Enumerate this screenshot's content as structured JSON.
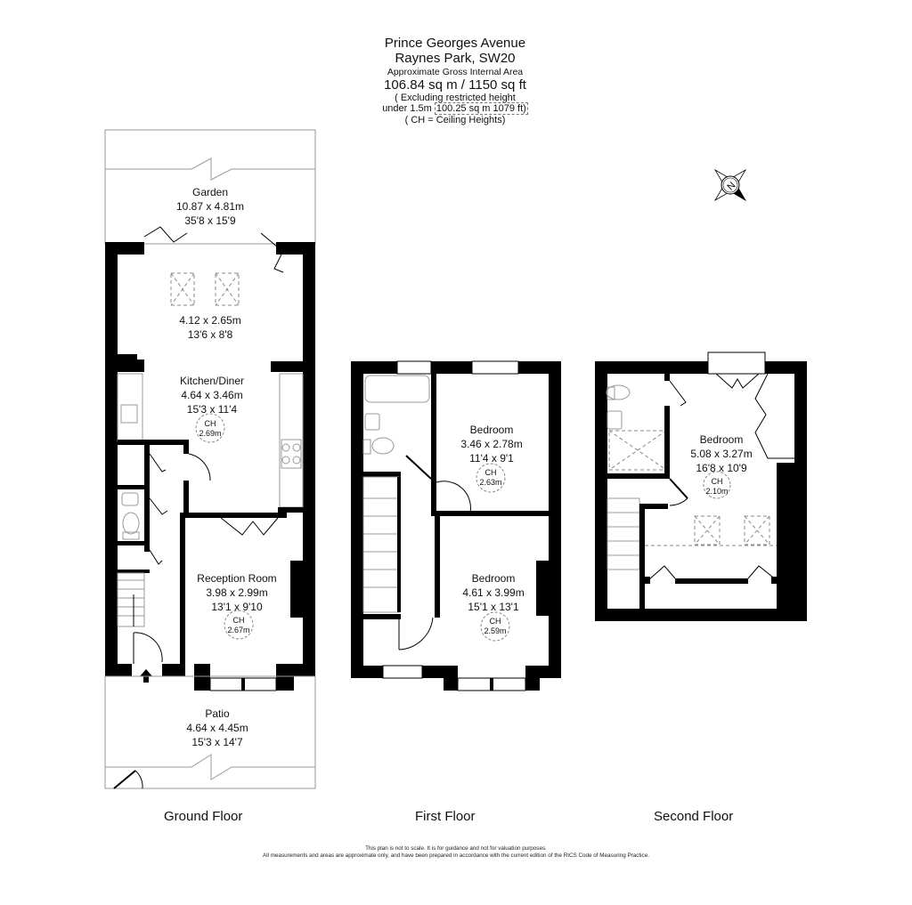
{
  "header": {
    "street": "Prince Georges Avenue",
    "area_postcode": "Raynes Park, SW20",
    "area_caption": "Approximate Gross Internal Area",
    "total_area": "106.84 sq m / 1150 sq ft",
    "excluding_line1": "( Excluding restricted height",
    "excluding_prefix": "under 1.5m",
    "excluding_value": "100.25 sq m 1079 ft)",
    "ch_note": "( CH = Ceiling Heights)"
  },
  "compass": {
    "icon": "north-compass-icon",
    "letter": "N"
  },
  "floors": [
    {
      "label": "Ground Floor"
    },
    {
      "label": "First Floor"
    },
    {
      "label": "Second Floor"
    }
  ],
  "rooms": {
    "garden": {
      "name": "Garden",
      "metric": "10.87 x 4.81m",
      "imperial": "35'8 x 15'9"
    },
    "kitchen_extension": {
      "metric": "4.12 x 2.65m",
      "imperial": "13'6 x 8'8"
    },
    "kitchen": {
      "name": "Kitchen/Diner",
      "metric": "4.64 x 3.46m",
      "imperial": "15'3 x 11'4",
      "ch_label": "CH",
      "ch_value": "2.69m"
    },
    "reception": {
      "name": "Reception Room",
      "metric": "3.98 x 2.99m",
      "imperial": "13'1 x 9'10",
      "ch_label": "CH",
      "ch_value": "2.67m"
    },
    "patio": {
      "name": "Patio",
      "metric": "4.64 x 4.45m",
      "imperial": "15'3 x 14'7"
    },
    "first_bedroom_rear": {
      "name": "Bedroom",
      "metric": "3.46 x 2.78m",
      "imperial": "11'4 x 9'1",
      "ch_label": "CH",
      "ch_value": "2.63m"
    },
    "first_bedroom_front": {
      "name": "Bedroom",
      "metric": "4.61 x 3.99m",
      "imperial": "15'1 x 13'1",
      "ch_label": "CH",
      "ch_value": "2.59m"
    },
    "second_bedroom": {
      "name": "Bedroom",
      "metric": "5.08 x 3.27m",
      "imperial": "16'8 x 10'9",
      "ch_label": "CH",
      "ch_value": "2.10m"
    }
  },
  "disclaimer": {
    "line1": "This plan is not to scale. It is for guidance and not for valuation purposes.",
    "line2": "All measurements and areas are approximate only, and have been prepared in accordance with the current edition of the RICS Code of Measuring Practice."
  },
  "colors": {
    "wall": "#000000",
    "background": "#ffffff",
    "outline": "#999999"
  }
}
